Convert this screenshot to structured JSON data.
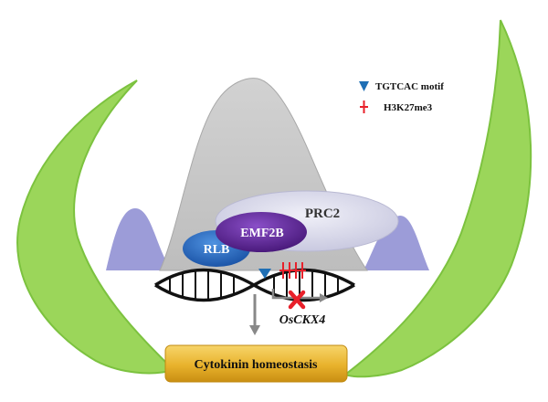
{
  "legend": {
    "motif_label": "TGTCAC motif",
    "mark_label": "H3K27me3",
    "motif_color": "#1f6fb5",
    "mark_color": "#e8202a"
  },
  "proteins": {
    "prc2": "PRC2",
    "emf2b": "EMF2B",
    "rlb": "RLB"
  },
  "gene": {
    "name": "OsCKX4",
    "repressed_mark": "cross-icon"
  },
  "outcome": {
    "label": "Cytokinin homeostasis"
  },
  "colors": {
    "leaf": "#9bd65a",
    "leaf_edge": "#7cc23f",
    "central_peak": "#c8c8c8",
    "side_peaks": "#9c9cd8",
    "prc2_fill": "#dcdcee",
    "emf2b_fill": "#5b2591",
    "rlb_fill": "#2b6cc4",
    "outcome_box": "#e8b22c",
    "arrow": "#888888"
  }
}
